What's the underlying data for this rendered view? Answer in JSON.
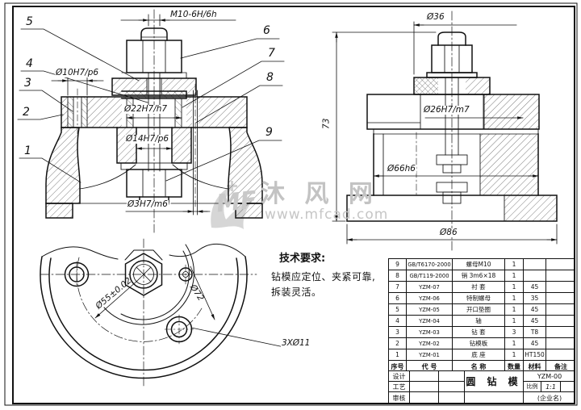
{
  "watermark": {
    "logo": "MF",
    "brand": "沐 风 网",
    "url": "www.mfcad.com"
  },
  "tech_req": {
    "title": "技术要求:",
    "line1": "钻模应定位、夹紧可靠,",
    "line2": "拆装灵活。"
  },
  "balloons": [
    "1",
    "2",
    "3",
    "4",
    "5",
    "6",
    "7",
    "8",
    "9"
  ],
  "dims": {
    "v1_thread": "M10-6H/6h",
    "v1_d10": "Ø10H7/p6",
    "v1_d22": "Ø22H7/h7",
    "v1_d14": "Ø14H7/p6",
    "v1_d3": "Ø3H7/m6",
    "v2_d36": "Ø36",
    "v2_h73": "73",
    "v2_d26": "Ø26H7/m7",
    "v2_d66": "Ø66h6",
    "v2_d86": "Ø86",
    "v3_d55": "Ø55±0.02",
    "v3_d72": "Ø72",
    "v3_3xd11": "3XØ11"
  },
  "parts_table": {
    "header": [
      "序号",
      "代 号",
      "名  称",
      "数量",
      "材料",
      "备注"
    ],
    "rows": [
      [
        "9",
        "GB/T6170-2000",
        "螺母M10",
        "1",
        "",
        ""
      ],
      [
        "8",
        "GB/T119-2000",
        "销 3m6×18",
        "1",
        "",
        ""
      ],
      [
        "7",
        "YZM-07",
        "衬  套",
        "1",
        "45",
        ""
      ],
      [
        "6",
        "YZM-06",
        "特制螺母",
        "1",
        "35",
        ""
      ],
      [
        "5",
        "YZM-05",
        "开口垫圈",
        "1",
        "45",
        ""
      ],
      [
        "4",
        "YZM-04",
        "轴",
        "1",
        "45",
        ""
      ],
      [
        "3",
        "YZM-03",
        "钻  套",
        "3",
        "T8",
        ""
      ],
      [
        "2",
        "YZM-02",
        "钻模板",
        "1",
        "45",
        ""
      ],
      [
        "1",
        "YZM-01",
        "底  座",
        "1",
        "HT150",
        ""
      ]
    ]
  },
  "title_block": {
    "design_label": "设计",
    "process_label": "工艺",
    "review_label": "审核",
    "drawing_title": "圆 钻 模",
    "drawing_code": "YZM-00",
    "scale_label": "比例",
    "scale_value": "1:1",
    "company": "(企业名)"
  },
  "colors": {
    "line": "#111111",
    "watermark": "#c3c3c3"
  }
}
